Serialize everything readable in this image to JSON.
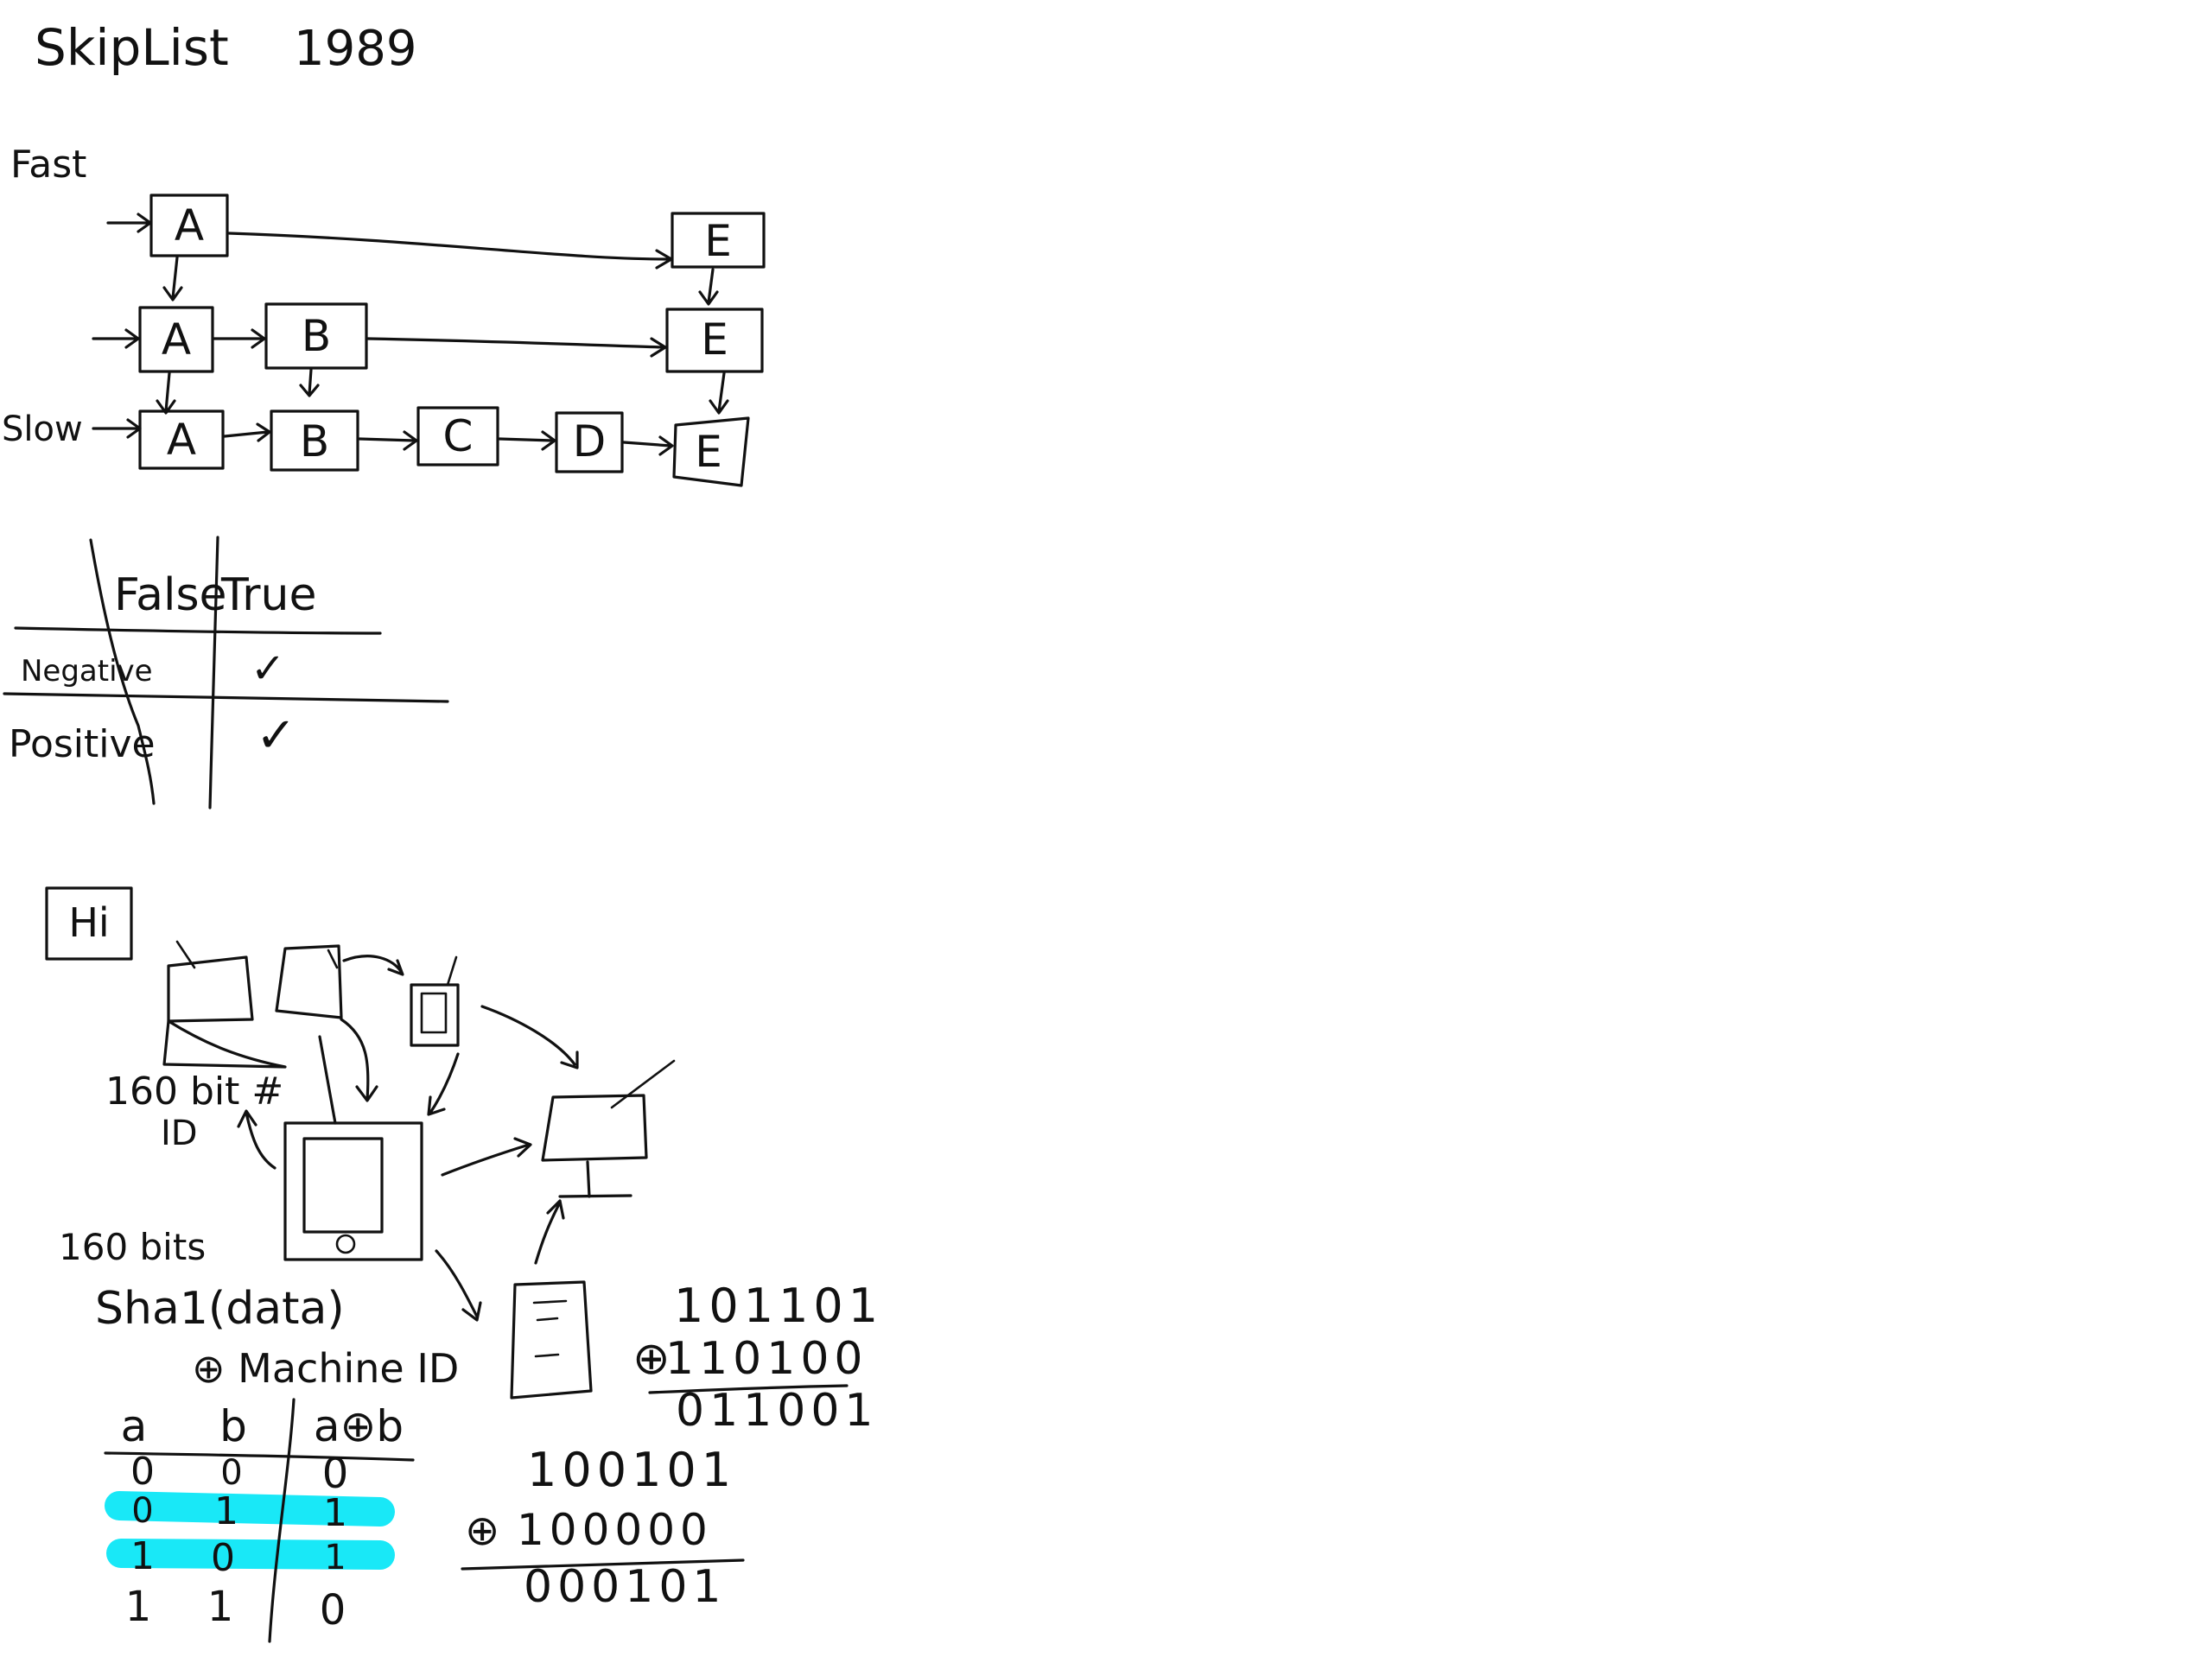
{
  "title": "SkipList",
  "year": "1989",
  "skiplist": {
    "fast_label": "Fast",
    "slow_label": "Slow",
    "levels": [
      [
        "A",
        "E"
      ],
      [
        "A",
        "B",
        "E"
      ],
      [
        "A",
        "B",
        "C",
        "D",
        "E"
      ]
    ]
  },
  "truth_table": {
    "columns": [
      "False",
      "True"
    ],
    "rows": [
      {
        "label": "Negative",
        "false": "",
        "true": "✓"
      },
      {
        "label": "Positive",
        "false": "",
        "true": "✓"
      }
    ]
  },
  "network": {
    "hi_label": "Hi",
    "id_label_line1": "160 bit #",
    "id_label_line2": "ID",
    "bits_label": "160 bits",
    "hash_line1": "Sha1(data)",
    "hash_line2": "⊕ Machine ID"
  },
  "xor_table": {
    "headers": [
      "a",
      "b",
      "a⊕b"
    ],
    "rows": [
      [
        "0",
        "0",
        "0"
      ],
      [
        "0",
        "1",
        "1"
      ],
      [
        "1",
        "0",
        "1"
      ],
      [
        "1",
        "1",
        "0"
      ]
    ],
    "highlighted_rows": [
      1,
      2
    ],
    "highlight_color": "#00e6f6"
  },
  "xor_example_1": {
    "operand_a": "101101",
    "operand_b": "110100",
    "operator": "⊕",
    "result": "011001"
  },
  "xor_example_2": {
    "operand_a": "100101",
    "operand_b": "100000",
    "operator": "⊕",
    "result": "000101"
  }
}
